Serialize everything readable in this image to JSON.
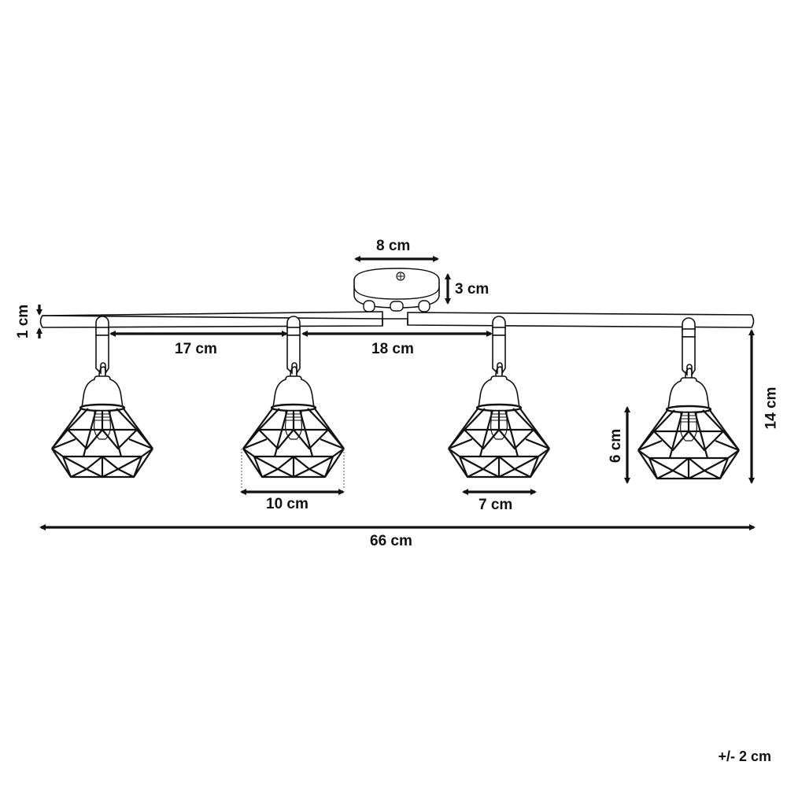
{
  "diagram": {
    "subject": "4-light ceiling spotlight bar with geometric wire cage shades",
    "colors": {
      "line": "#111111",
      "fill": "#ffffff",
      "background": "#ffffff"
    },
    "dimensions": {
      "canopy_width": "8 cm",
      "canopy_height": "3 cm",
      "bar_thickness": "1 cm",
      "spacing_left": "17 cm",
      "spacing_center": "18 cm",
      "shade_width": "10 cm",
      "shade_bottom_width": "7 cm",
      "shade_height": "6 cm",
      "total_height": "14 cm",
      "total_length": "66 cm"
    },
    "tolerance": "+/- 2 cm",
    "components": {
      "canopy": "ceiling-canopy",
      "bar": "mounting-bar",
      "lamps": [
        "spotlight-1",
        "spotlight-2",
        "spotlight-3",
        "spotlight-4"
      ]
    }
  }
}
